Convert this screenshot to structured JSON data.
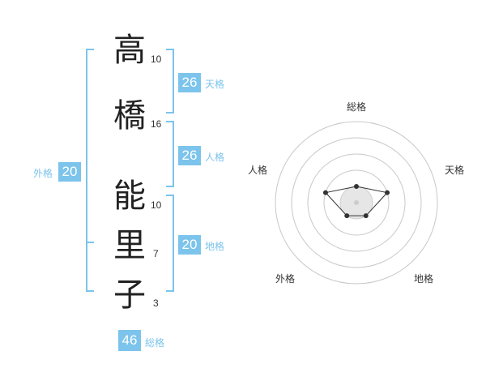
{
  "name": {
    "chars": [
      {
        "char": "高",
        "strokes": "10"
      },
      {
        "char": "橋",
        "strokes": "16"
      },
      {
        "char": "能",
        "strokes": "10"
      },
      {
        "char": "里",
        "strokes": "7"
      },
      {
        "char": "子",
        "strokes": "3"
      }
    ]
  },
  "fortunes": {
    "tenkaku": {
      "value": "26",
      "label": "天格"
    },
    "jinkaku": {
      "value": "26",
      "label": "人格"
    },
    "chikaku": {
      "value": "20",
      "label": "地格"
    },
    "gaikaku": {
      "value": "20",
      "label": "外格"
    },
    "soukaku": {
      "value": "46",
      "label": "総格"
    }
  },
  "colors": {
    "accent": "#7cc4ec",
    "text": "#222222"
  },
  "radar": {
    "axes": [
      "総格",
      "天格",
      "地格",
      "外格",
      "人格"
    ],
    "levels": 4,
    "scores": [
      1,
      2,
      1,
      1,
      2
    ],
    "max": 4
  }
}
